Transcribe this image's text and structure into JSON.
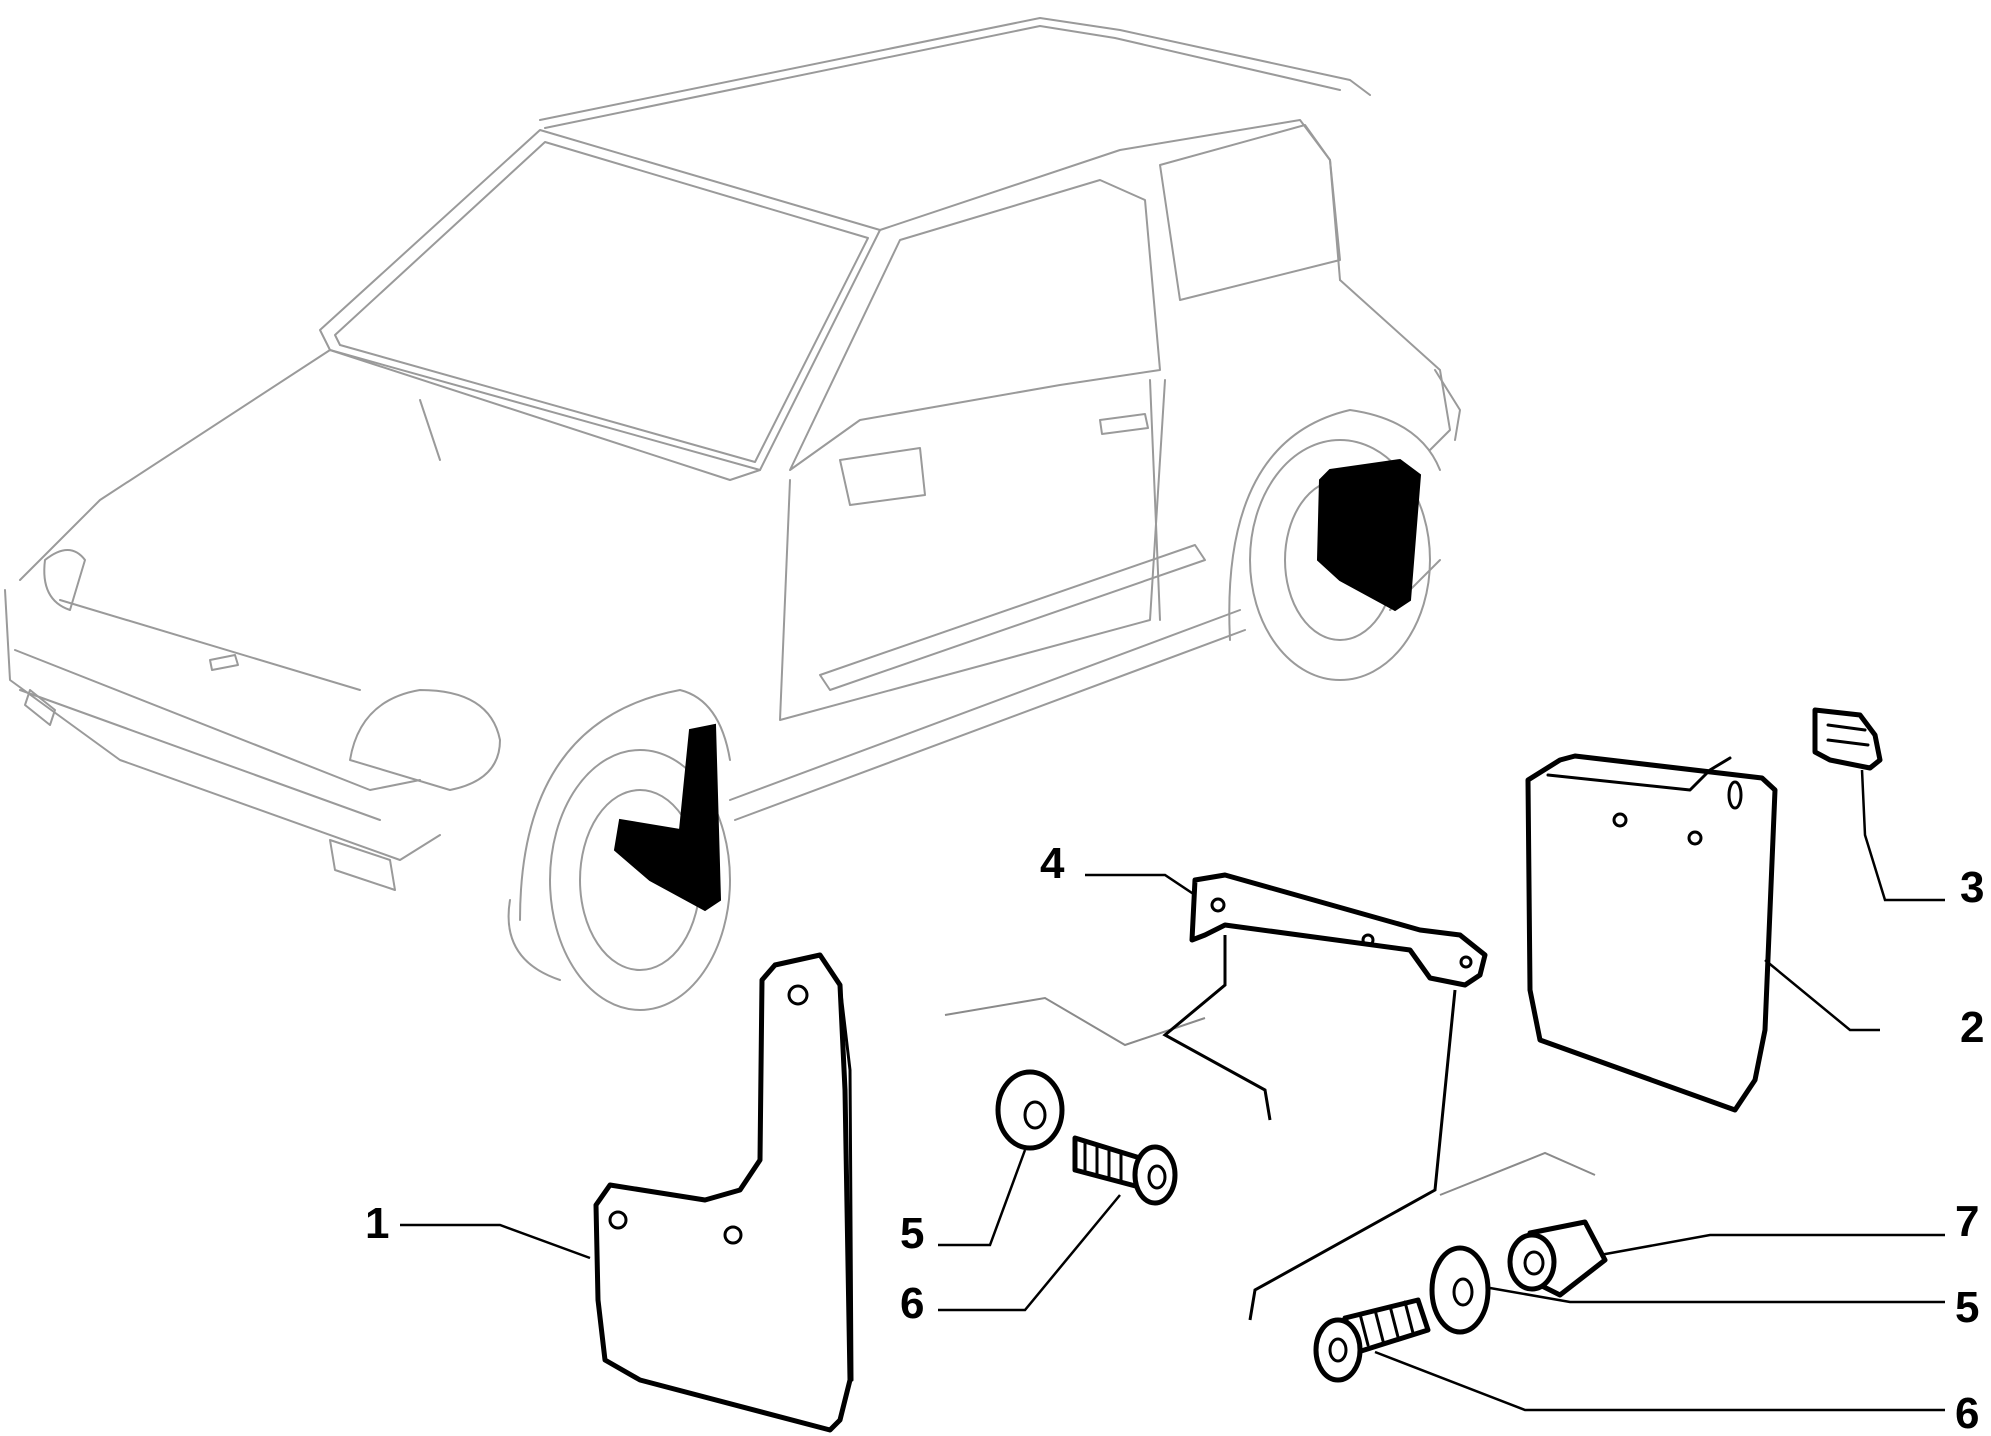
{
  "diagram": {
    "callouts": [
      {
        "id": "c1",
        "label": "1",
        "part": "front-mudflap"
      },
      {
        "id": "c2",
        "label": "2",
        "part": "rear-mudflap"
      },
      {
        "id": "c3",
        "label": "3",
        "part": "clip"
      },
      {
        "id": "c4",
        "label": "4",
        "part": "bracket"
      },
      {
        "id": "c5a",
        "label": "5",
        "part": "washer"
      },
      {
        "id": "c6a",
        "label": "6",
        "part": "screw"
      },
      {
        "id": "c7",
        "label": "7",
        "part": "nut"
      },
      {
        "id": "c5b",
        "label": "5",
        "part": "washer"
      },
      {
        "id": "c6b",
        "label": "6",
        "part": "screw"
      }
    ],
    "colors": {
      "line": "#000000",
      "car_outline": "#9a9a9a",
      "background": "#ffffff"
    }
  }
}
